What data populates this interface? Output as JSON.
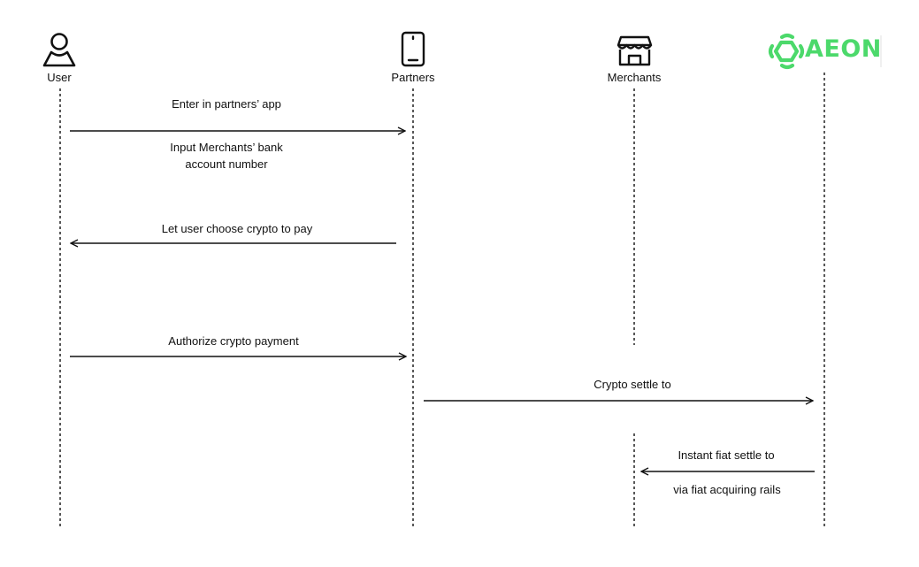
{
  "actors": [
    {
      "id": "user",
      "label": "User",
      "icon": "person-icon"
    },
    {
      "id": "partners",
      "label": "Partners",
      "icon": "smartphone-icon"
    },
    {
      "id": "merchants",
      "label": "Merchants",
      "icon": "storefront-icon"
    },
    {
      "id": "aeon",
      "label": "",
      "icon": "aeon-logo-icon"
    }
  ],
  "brand": {
    "name": "AEON",
    "color": "#4cd96b"
  },
  "messages": [
    {
      "text": "Enter in partners’ app",
      "from": "user",
      "to": "partners"
    },
    {
      "text": "Input Merchants’ bank account number",
      "from": "user",
      "to": "partners"
    },
    {
      "text": "Let user choose crypto to pay",
      "from": "partners",
      "to": "user"
    },
    {
      "text": "Authorize crypto payment",
      "from": "user",
      "to": "partners"
    },
    {
      "text": "Crypto settle to",
      "from": "partners",
      "to": "aeon"
    },
    {
      "text": "Instant fiat settle to",
      "from": "aeon",
      "to": "merchants"
    },
    {
      "text": "via fiat acquiring rails",
      "from": "aeon",
      "to": "merchants"
    }
  ]
}
